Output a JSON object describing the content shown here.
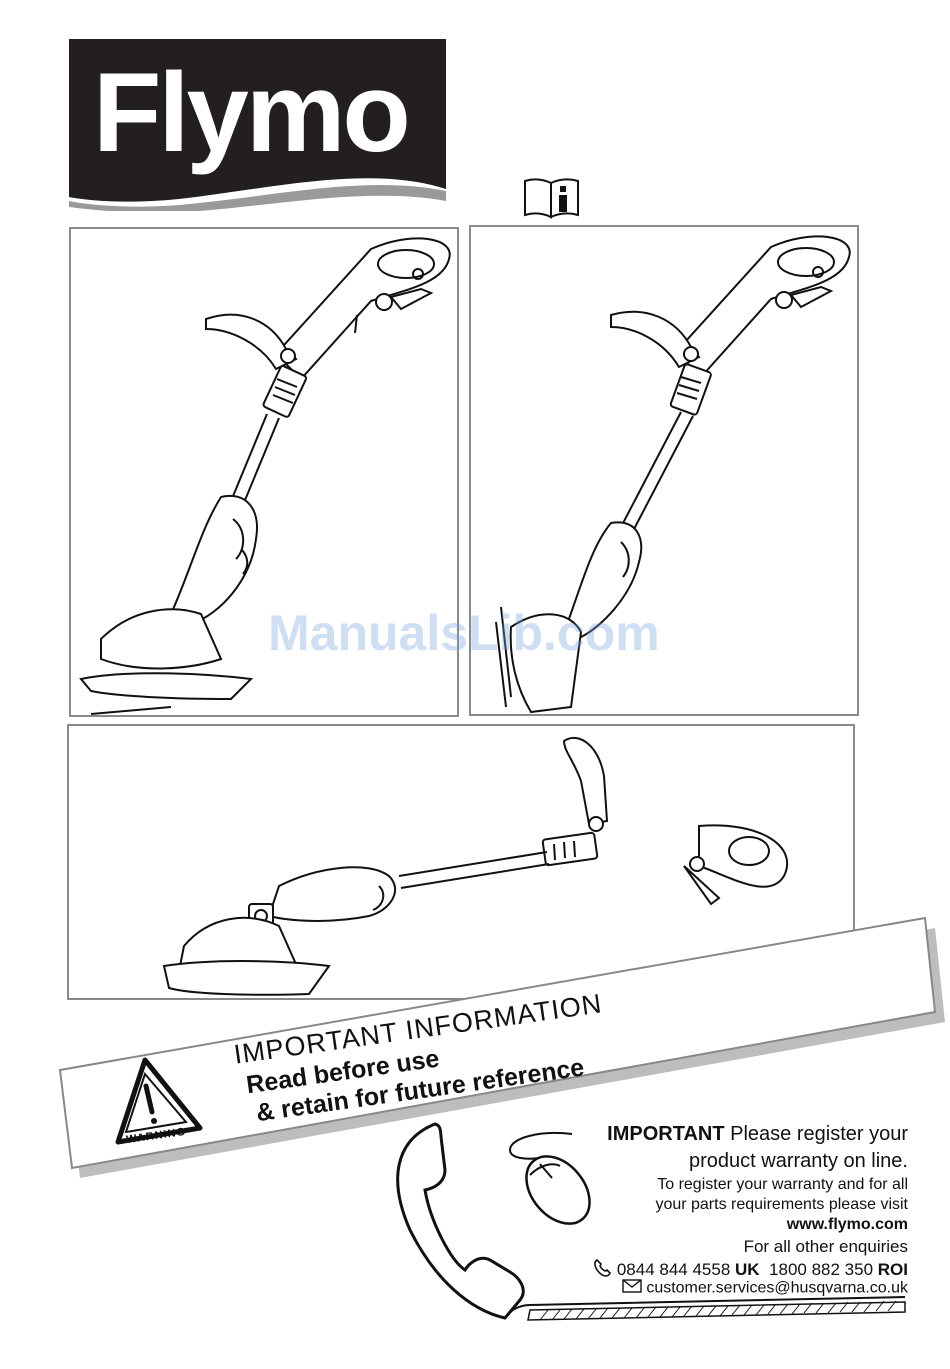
{
  "brand": {
    "logo_text": "Flymo",
    "logo_bg": "#231f20",
    "swoosh": "#9a9a9a"
  },
  "icons": {
    "manual": "manual-info-icon",
    "warning": "warning-triangle-icon",
    "phone": "phone-icon",
    "email": "envelope-icon",
    "mouse": "mouse-icon",
    "handset": "telephone-handset-icon"
  },
  "watermark": "ManualsLib.com",
  "banner": {
    "title": "IMPORTANT INFORMATION",
    "line1": "Read before use",
    "line2": "& retain for future reference",
    "warning_label": "WARNING"
  },
  "contact": {
    "important_bold": "IMPORTANT",
    "important_rest": " Please register your",
    "warranty": "product warranty on line.",
    "register_1": "To register your warranty and for all",
    "register_2": "your parts requirements please visit",
    "website": "www.flymo.com",
    "other": "For all other enquiries",
    "phone_uk": "0844 844 4558",
    "uk": "UK",
    "phone_roi": "1800 882 350",
    "roi": "ROI",
    "email": "customer.services@husqvarna.co.uk"
  }
}
